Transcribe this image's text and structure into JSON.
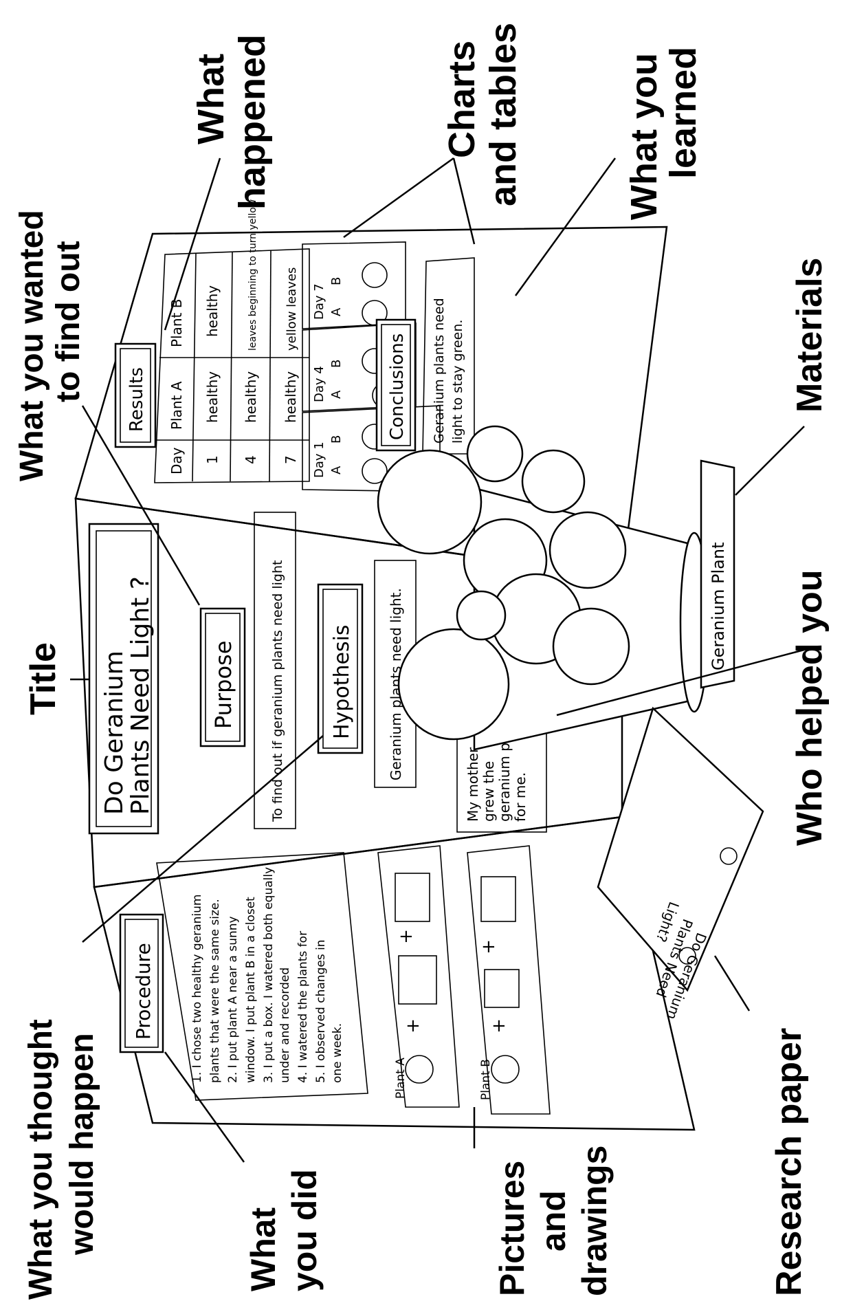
{
  "callouts": {
    "title": "Title",
    "wanted_1": "What you wanted",
    "wanted_2": "to find out",
    "happened_1": "What",
    "happened_2": "happened",
    "charts_1": "Charts",
    "charts_2": "and tables",
    "learned_1": "What you",
    "learned_2": "learned",
    "thought_1": "What you thought",
    "thought_2": "would happen",
    "did_1": "What",
    "did_2": "you did",
    "pictures_1": "Pictures",
    "pictures_2": "and",
    "pictures_3": "drawings",
    "research": "Research paper",
    "helped": "Who helped you",
    "materials": "Materials"
  },
  "board": {
    "title_1": "Do Geranium",
    "title_2": "Plants Need Light ?",
    "purpose_heading": "Purpose",
    "purpose_text": "To find out if geranium plants need light",
    "hypothesis_heading": "Hypothesis",
    "hypothesis_text": "Geranium plants need light.",
    "helper_1": "My mother",
    "helper_2": "grew the",
    "helper_3": "geranium plants",
    "helper_4": "for me.",
    "procedure_heading": "Procedure",
    "procedure_lines": [
      "1. I chose two healthy geranium",
      "plants that were the same size.",
      "2. I put plant A near a sunny",
      "window.  I put plant B in a closet",
      "3. I put a box.  I watered both equally",
      "under and recorded",
      "4. I watered  the plants for",
      "5. I observed changes in",
      "one week."
    ],
    "plant_a": "Plant A",
    "plant_b": "Plant B",
    "results_heading": "Results",
    "results_table": {
      "headers": [
        "Day",
        "Plant A",
        "Plant B"
      ],
      "rows": [
        [
          "1",
          "healthy",
          "healthy"
        ],
        [
          "4",
          "healthy",
          "leaves beginning to turn yellow"
        ],
        [
          "7",
          "healthy",
          "yellow leaves"
        ]
      ]
    },
    "day_panels": [
      "Day 1",
      "Day 4",
      "Day 7"
    ],
    "ab": [
      "A",
      "B"
    ],
    "conclusions_heading": "Conclusions",
    "conclusions_1": "Geranium plants need",
    "conclusions_2": "light to stay green.",
    "material_label": "Geranium Plant",
    "paper_1": "Do Geranium",
    "paper_2": "Plants Need",
    "paper_3": "Light?"
  }
}
